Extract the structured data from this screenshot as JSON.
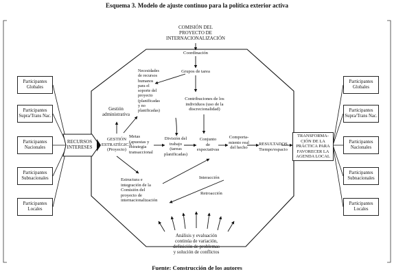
{
  "title": "Esquema 3. Modelo de ajuste continuo para la política exterior activa",
  "footer": "Fuente:  Construcción de los autores",
  "commission": [
    "COMISIÓN DEL",
    "PROYECTO DE",
    "INTERNACIONALIZACIÓN"
  ],
  "coordination": "Coordinación",
  "task_groups": "Grupos de tarea",
  "participants_left": [
    [
      "Participantes",
      "Globales"
    ],
    [
      "Participantes",
      "Supra/Trans Nac."
    ],
    [
      "Participantes",
      "Nacionales"
    ],
    [
      "Participantes",
      "Subnacionales"
    ],
    [
      "Participantes",
      "Locales"
    ]
  ],
  "participants_right": [
    [
      "Participantes",
      "Globales"
    ],
    [
      "Participantes",
      "Supra/Trans Nac."
    ],
    [
      "Participantes",
      "Nacionales"
    ],
    [
      "Participantes",
      "Subnacionales"
    ],
    [
      "Participantes",
      "Locales"
    ]
  ],
  "resources": [
    "RECURSOS",
    "INTERESES"
  ],
  "administrative": [
    "Gestión",
    "administrativa"
  ],
  "strategic": [
    "GESTIÓN",
    "ESTRATÉGICA",
    "(Proyecto)"
  ],
  "hr_needs": [
    "Necesidades",
    "de recursos",
    "humanos",
    "para el",
    "soporte del",
    "proyecto",
    "(planificadas",
    "y no",
    "planificadas)"
  ],
  "contributions": [
    "Contribuciones de los",
    "individuos (uso de la",
    "discrecionalidad)"
  ],
  "goals": [
    "Metas",
    "(apuestas y",
    "estrategia",
    "transaccional"
  ],
  "division": [
    "División del",
    "trabajo",
    "(tareas",
    "planificadas)"
  ],
  "expectations": [
    "Conjunto",
    "de",
    "expectativas"
  ],
  "behavior": [
    "Comporta-",
    "miento real",
    "del hecho"
  ],
  "results": [
    "RESULTADOS",
    "Tiempo/espacio"
  ],
  "structure": [
    "Estructura e",
    "integración de la",
    "Comisión del",
    "proyecto de",
    "internacionalización"
  ],
  "interaction": "Interacción",
  "feedback": "Retroacción",
  "transformation": [
    "TRANSFORMA-",
    "CIÓN DE LA",
    "PRÁCTICA PARA",
    "FAVORECER LA",
    "AGENDA LOCAL"
  ],
  "analysis": [
    "Análisis y evaluación",
    "continúa de variación,",
    "definición de problemas",
    "y solución de conflictos"
  ]
}
